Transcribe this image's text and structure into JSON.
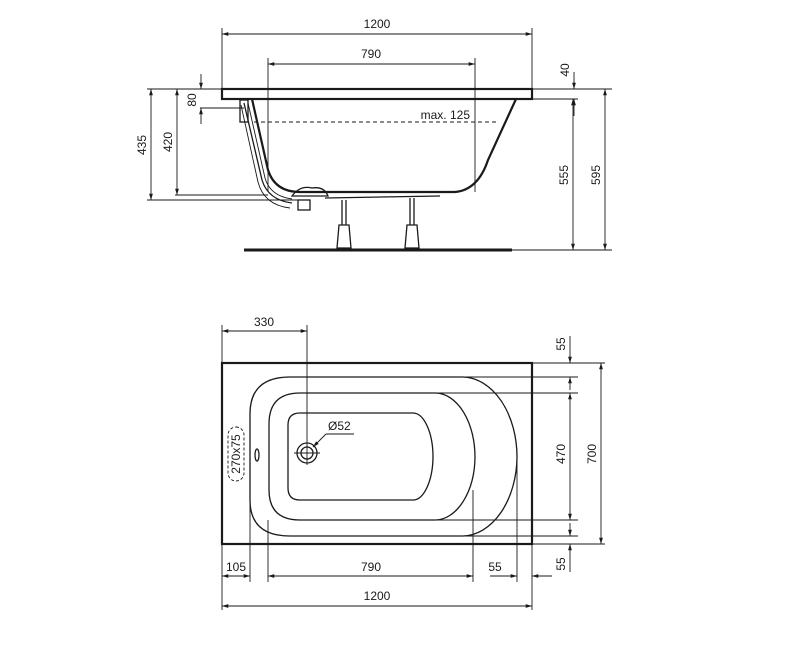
{
  "drawing": {
    "subject": "Bathtub technical drawing",
    "views": {
      "side": {
        "labels": {
          "overall_length": "1200",
          "inner_bottom_length": "790",
          "rim_thickness": "40",
          "overflow_depth": "80",
          "water_level": "max. 125",
          "depth_inner": "420",
          "depth_outer": "435",
          "height_without_rim": "555",
          "overall_height": "595"
        }
      },
      "top": {
        "labels": {
          "drain_offset": "330",
          "drain_diameter": "Ø52",
          "overflow_cutout": "270x75",
          "top_margin": "55",
          "inner_width": "470",
          "overall_width": "700",
          "bottom_margin": "55",
          "left_margin": "105",
          "inner_length": "790",
          "right_margin": "55",
          "overall_length": "1200"
        }
      }
    },
    "colors": {
      "line": "#1a1a1a",
      "background": "#ffffff"
    }
  }
}
